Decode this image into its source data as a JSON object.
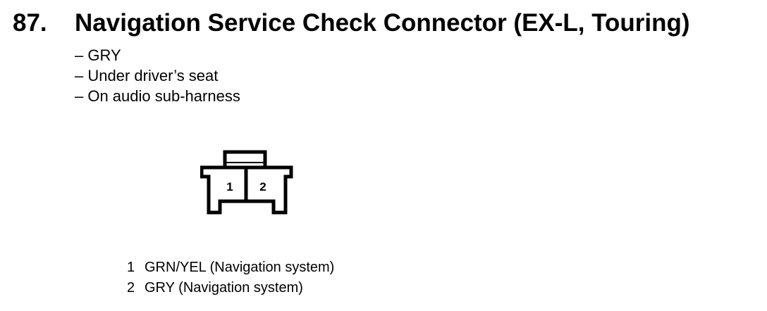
{
  "heading": {
    "number": "87.",
    "title": "Navigation Service Check Connector (EX-L, Touring)"
  },
  "notes": [
    "– GRY",
    "– Under driver’s seat",
    "– On audio sub-harness"
  ],
  "connector": {
    "terminals": [
      "1",
      "2"
    ]
  },
  "pins": [
    {
      "number": "1",
      "description": "GRN/YEL (Navigation system)"
    },
    {
      "number": "2",
      "description": "GRY (Navigation system)"
    }
  ]
}
